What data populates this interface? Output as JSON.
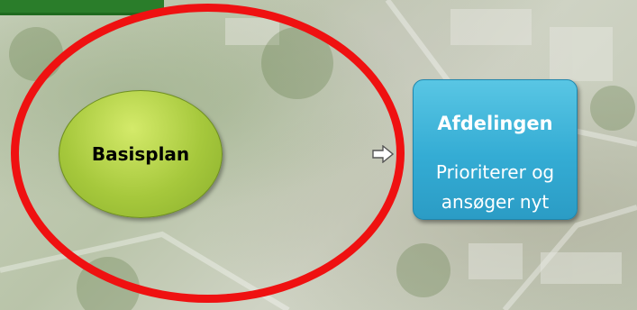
{
  "diagram": {
    "left_node": {
      "label": "Basisplan"
    },
    "right_node": {
      "title": "Afdelingen",
      "line1": "Prioriterer og",
      "line2": "ansøger nyt"
    },
    "arrow": {
      "icon": "right-arrow-outline-icon"
    },
    "highlight": {
      "color": "#ef1111"
    }
  }
}
